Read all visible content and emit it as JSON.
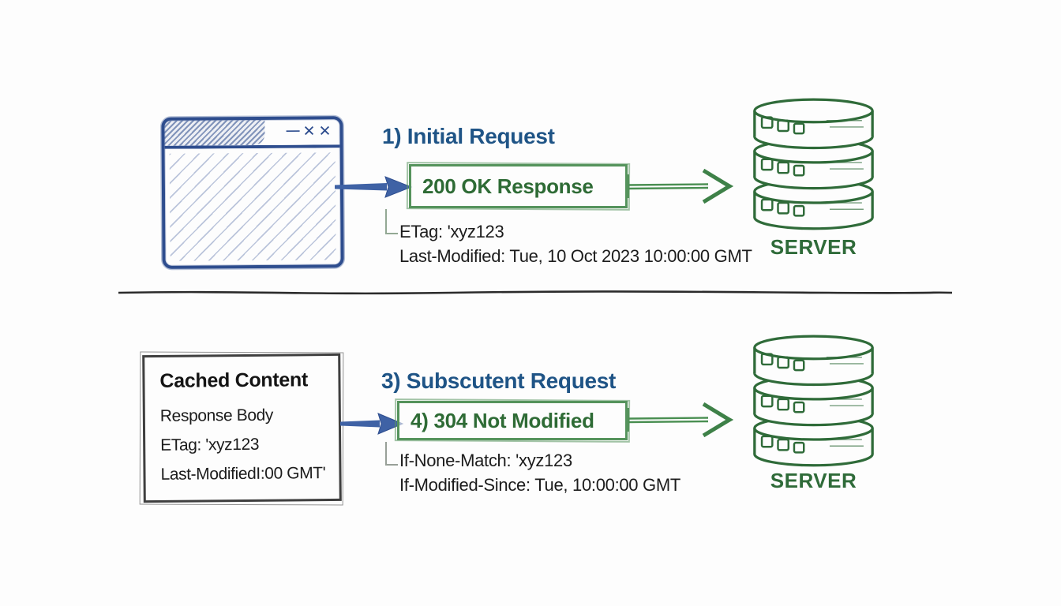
{
  "icons": {
    "minimize": "—",
    "close": "✕"
  },
  "colors": {
    "background": "#fdfdfd",
    "blue_heading": "#1f5486",
    "blue_arrow": "#3f62a5",
    "sketch_blue": "#2e4d8e",
    "green_text": "#2e6b35",
    "green_stroke": "#4a8f52",
    "text_dark": "#1c1c1c",
    "box_border_dark": "#3f3f3f",
    "divider": "#2b2b2b"
  },
  "diagram": {
    "top": {
      "step_label": "1) Initial Request",
      "response_label": "200 OK Response",
      "header_lines": [
        "ETag: 'xyz123",
        "Last-Modified: Tue, 10 Oct 2023 10:00:00 GMT"
      ],
      "server_label": "SERVER"
    },
    "bottom": {
      "cache_title": "Cached Content",
      "cache_lines": [
        "Response Body",
        "ETag: 'xyz123",
        "Last-ModifiedI:00 GMT'"
      ],
      "step_label": "3) Subscutent Request",
      "response_label": "4) 304 Not Modified",
      "header_lines": [
        "If-None-Match: 'xyz123",
        "If-Modified-Since: Tue, 10:00:00 GMT"
      ],
      "server_label": "SERVER"
    }
  }
}
